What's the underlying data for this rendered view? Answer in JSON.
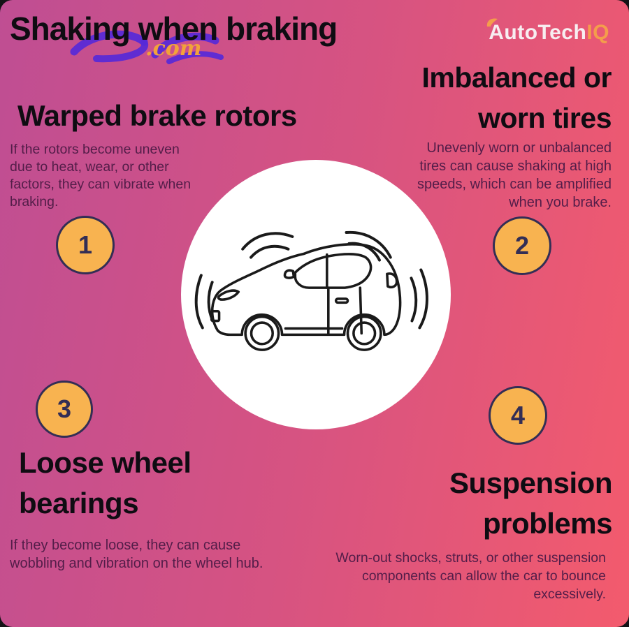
{
  "header": {
    "title": "Shaking when braking",
    "brand": {
      "white": "AutoTech",
      "orange": "IQ"
    },
    "watermark": {
      "visible_text": ".com"
    }
  },
  "sections": [
    {
      "number": "1",
      "heading": "Warped brake rotors",
      "body": "If the rotors become uneven\ndue to heat, wear, or other\nfactors, they can vibrate when\nbraking."
    },
    {
      "number": "2",
      "heading": "Imbalanced or\nworn tires",
      "body": "Unevenly worn or unbalanced\ntires can cause shaking at high\nspeeds, which can be amplified\nwhen you brake."
    },
    {
      "number": "3",
      "heading": "Loose wheel\nbearings",
      "body": "If they become loose, they can cause\nwobbling and vibration on the wheel hub."
    },
    {
      "number": "4",
      "heading": "Suspension\nproblems",
      "body": "Worn-out shocks, struts, or other suspension\ncomponents can allow the car to bounce\nexcessively."
    }
  ],
  "illustration": {
    "name": "vibrating-car-in-white-circle"
  },
  "colors": {
    "gradient_left": "#bf4e93",
    "gradient_right": "#f35b6d",
    "heading_text": "#0f0c12",
    "body_text": "#531d49",
    "badge_fill": "#f8b350",
    "badge_border": "#332e55",
    "brand_white": "#f7eef1",
    "brand_orange": "#f49d4b",
    "watermark_purple": "#5629d8",
    "watermark_orange": "#f2a23a",
    "circle_fill": "#ffffff",
    "car_line": "#1a1a1a"
  }
}
